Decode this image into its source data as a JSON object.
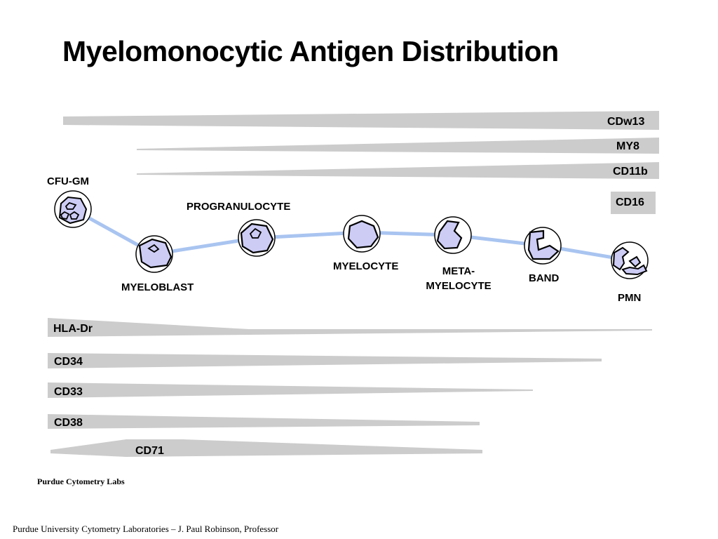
{
  "title": "Myelomonocytic Antigen Distribution",
  "cells": {
    "cfu_gm": "CFU-GM",
    "myeloblast": "MYELOBLAST",
    "promyelocyte": "PROGRANULOCYTE",
    "myelocyte": "MYELOCYTE",
    "metamyelocyte_line1": "META-",
    "metamyelocyte_line2": "MYELOCYTE",
    "band": "BAND",
    "pmn": "PMN"
  },
  "late_markers": {
    "cdw13": "CDw13",
    "my8": "MY8",
    "cd11b": "CD11b",
    "cd16": "CD16"
  },
  "early_markers": {
    "hla_dr": "HLA-Dr",
    "cd34": "CD34",
    "cd33": "CD33",
    "cd38": "CD38",
    "cd71": "CD71"
  },
  "credit": "Purdue Cytometry Labs",
  "footer": "Purdue University Cytometry Laboratories – J. Paul Robinson, Professor",
  "colors": {
    "bar_fill": "#cccccc",
    "connector": "#a9c4f0",
    "cell_fill": "#ccccf5",
    "outline": "#000000"
  }
}
